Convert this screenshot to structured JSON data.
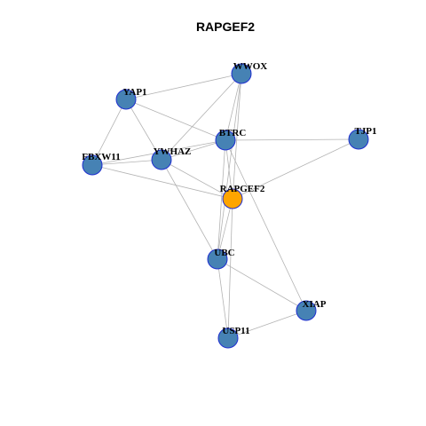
{
  "title": "RAPGEF2",
  "colors": {
    "node_default": "#4682b4",
    "node_focus": "#ffa500",
    "node_border": "#1f2fd0",
    "edge": "#b3b3b3"
  },
  "nodes": [
    {
      "id": "WWOX",
      "label": "WWOX"
    },
    {
      "id": "YAP1",
      "label": "YAP1"
    },
    {
      "id": "BTRC",
      "label": "BTRC"
    },
    {
      "id": "TJP1",
      "label": "TJP1"
    },
    {
      "id": "YWHAZ",
      "label": "YWHAZ"
    },
    {
      "id": "FBXW11",
      "label": "FBXW11"
    },
    {
      "id": "RAPGEF2",
      "label": "RAPGEF2",
      "focus": true
    },
    {
      "id": "UBC",
      "label": "UBC"
    },
    {
      "id": "XIAP",
      "label": "XIAP"
    },
    {
      "id": "USP11",
      "label": "USP11"
    }
  ],
  "edges": [
    [
      "YAP1",
      "FBXW11"
    ],
    [
      "YAP1",
      "YWHAZ"
    ],
    [
      "YAP1",
      "BTRC"
    ],
    [
      "YAP1",
      "WWOX"
    ],
    [
      "WWOX",
      "YWHAZ"
    ],
    [
      "WWOX",
      "BTRC"
    ],
    [
      "WWOX",
      "RAPGEF2"
    ],
    [
      "WWOX",
      "UBC"
    ],
    [
      "FBXW11",
      "YWHAZ"
    ],
    [
      "FBXW11",
      "BTRC"
    ],
    [
      "FBXW11",
      "RAPGEF2"
    ],
    [
      "YWHAZ",
      "BTRC"
    ],
    [
      "YWHAZ",
      "RAPGEF2"
    ],
    [
      "YWHAZ",
      "UBC"
    ],
    [
      "BTRC",
      "TJP1"
    ],
    [
      "BTRC",
      "RAPGEF2"
    ],
    [
      "BTRC",
      "UBC"
    ],
    [
      "BTRC",
      "XIAP"
    ],
    [
      "TJP1",
      "RAPGEF2"
    ],
    [
      "RAPGEF2",
      "UBC"
    ],
    [
      "RAPGEF2",
      "USP11"
    ],
    [
      "UBC",
      "XIAP"
    ],
    [
      "UBC",
      "USP11"
    ],
    [
      "USP11",
      "XIAP"
    ]
  ]
}
